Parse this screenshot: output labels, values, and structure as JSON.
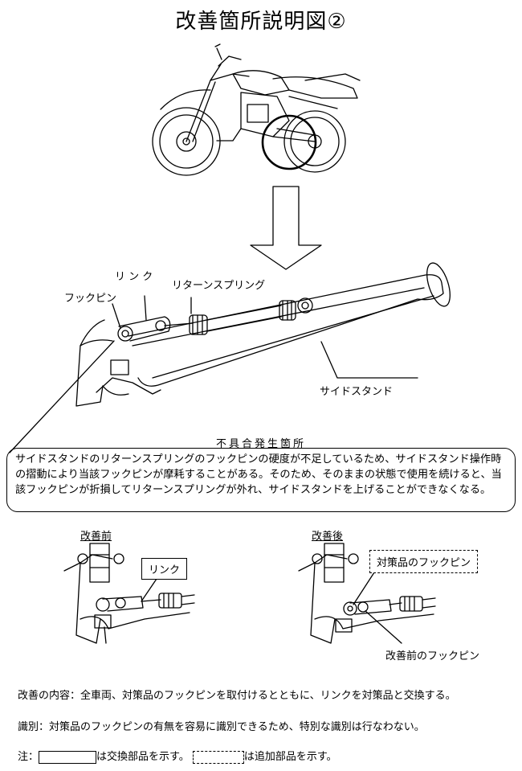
{
  "title": "改善箇所説明図②",
  "labels": {
    "link": "リ ン ク",
    "hook_pin": "フックピン",
    "return_spring": "リターンスプリング",
    "side_stand": "サイドスタンド"
  },
  "defect": {
    "heading": "不具合発生箇所",
    "text": "サイドスタンドのリターンスプリングのフックピンの硬度が不足しているため、サイドスタンド操作時の摺動により当該フックピンが摩耗することがある。そのため、そのままの状態で使用を続けると、当該フックピンが折損してリターンスプリングが外れ、サイドスタンドを上げることができなくなる。"
  },
  "before": {
    "heading": "改善前",
    "callout": "リンク"
  },
  "after": {
    "heading": "改善後",
    "callout": "対策品のフックピン",
    "old_pin_label": "改善前のフックピン"
  },
  "notes": {
    "content": "改善の内容：全車両、対策品のフックピンを取付けるとともに、リンクを対策品と交換する。",
    "identification": "識別：対策品のフックピンの有無を容易に識別できるため、特別な識別は行なわない。",
    "legend_prefix": "注：",
    "legend_solid": "は交換部品を示す。",
    "legend_dashed": "は追加部品を示す。"
  }
}
